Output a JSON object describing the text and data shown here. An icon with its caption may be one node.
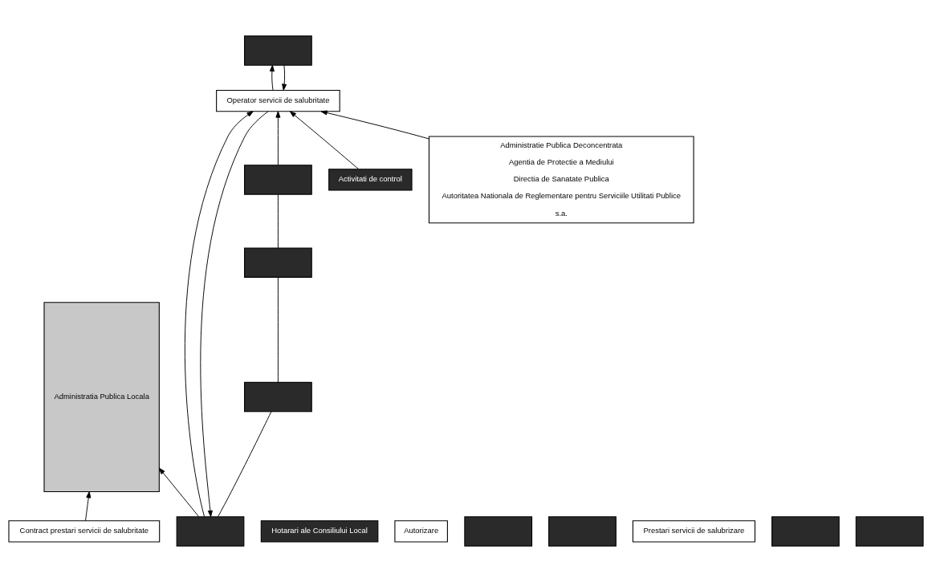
{
  "diagram": {
    "nodes": [
      {
        "text": [
          "Administratia Publica Locala"
        ]
      },
      {
        "text": [
          "Hotarari ale Consiliului Local"
        ]
      },
      {
        "text": [
          "Contract prestari servicii de salubritate"
        ]
      },
      {
        "text": [
          "Activitati de control"
        ]
      },
      {
        "text": [
          "Operator servicii de salubritate"
        ]
      },
      {
        "text": [
          "Autorizare"
        ]
      },
      {
        "text": [
          "Administratie Publica Deconcentrata",
          "Agentia de Protectie a Mediului",
          "Directia de Sanatate Publica",
          "Autoritatea Nationala de Reglementare pentru Serviciile Utilitati Publice",
          "s.a."
        ]
      },
      {
        "text": [],
        "shape": "box"
      },
      {
        "text": [],
        "shape": "box"
      },
      {
        "text": [],
        "shape": "box"
      },
      {
        "text": [],
        "shape": "box"
      },
      {
        "text": [
          "Prestari servicii de salubrizare"
        ]
      },
      {
        "text": [],
        "shape": "box"
      },
      {
        "text": [],
        "shape": "box"
      },
      {
        "text": [],
        "shape": "box"
      },
      {
        "text": [],
        "shape": "box"
      },
      {
        "text": [],
        "shape": "box"
      }
    ],
    "edges": [
      {
        "from": 2,
        "to": 0,
        "arrow": "to"
      },
      {
        "from": 3,
        "to": 4,
        "arrow": "to"
      },
      {
        "from": 6,
        "to": 4,
        "arrow": "to"
      },
      {
        "from": 9,
        "to": 4,
        "arrow": "to"
      },
      {
        "from": 10,
        "to": 9,
        "arrow": "none"
      },
      {
        "from": 12,
        "to": 10,
        "arrow": "none"
      },
      {
        "from": 14,
        "to": 12,
        "arrow": "none"
      },
      {
        "from": 14,
        "to": 4,
        "arrow": "to"
      },
      {
        "from": 4,
        "to": 14,
        "arrow": "to"
      },
      {
        "from": 4,
        "to": 16,
        "arrow": "to"
      },
      {
        "from": 16,
        "to": 4,
        "arrow": "to"
      },
      {
        "from": 14,
        "to": 0,
        "arrow": "to"
      }
    ]
  }
}
